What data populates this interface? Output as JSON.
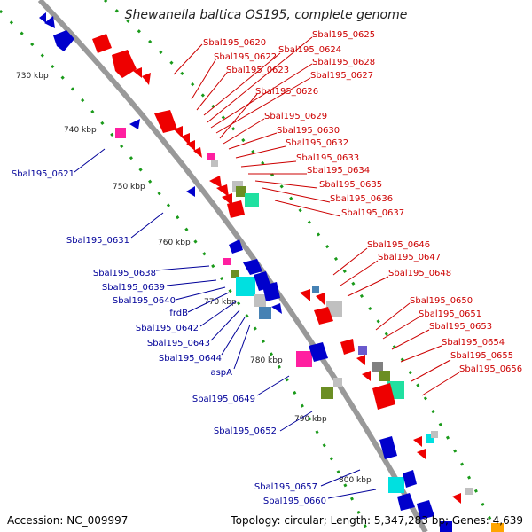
{
  "title": "Shewanella baltica OS195, complete genome",
  "footer": {
    "accession": "Accession: NC_009997",
    "topology": "Topology: circular; Length: 5,347,283 bp; Genes: 4,639"
  },
  "colors": {
    "backbone": "#999999",
    "forward_label": "#cc0000",
    "reverse_label": "#000099",
    "tick_dots": "#1a9a1a"
  },
  "scale_labels": [
    "730 kbp",
    "740 kbp",
    "750 kbp",
    "760 kbp",
    "770 kbp",
    "780 kbp",
    "790 kbp",
    "800 kbp"
  ],
  "forward_genes": [
    "Sbal195_0620",
    "Sbal195_0622",
    "Sbal195_0623",
    "Sbal195_0624",
    "Sbal195_0625",
    "Sbal195_0626",
    "Sbal195_0627",
    "Sbal195_0628",
    "Sbal195_0629",
    "Sbal195_0630",
    "Sbal195_0632",
    "Sbal195_0633",
    "Sbal195_0634",
    "Sbal195_0635",
    "Sbal195_0636",
    "Sbal195_0637",
    "Sbal195_0646",
    "Sbal195_0647",
    "Sbal195_0648",
    "Sbal195_0650",
    "Sbal195_0651",
    "Sbal195_0653",
    "Sbal195_0654",
    "Sbal195_0655",
    "Sbal195_0656"
  ],
  "reverse_genes": [
    "Sbal195_0621",
    "Sbal195_0631",
    "Sbal195_0638",
    "Sbal195_0639",
    "Sbal195_0640",
    "frdB",
    "Sbal195_0642",
    "Sbal195_0643",
    "Sbal195_0644",
    "aspA",
    "Sbal195_0649",
    "Sbal195_0652",
    "Sbal195_0657",
    "Sbal195_0660"
  ]
}
